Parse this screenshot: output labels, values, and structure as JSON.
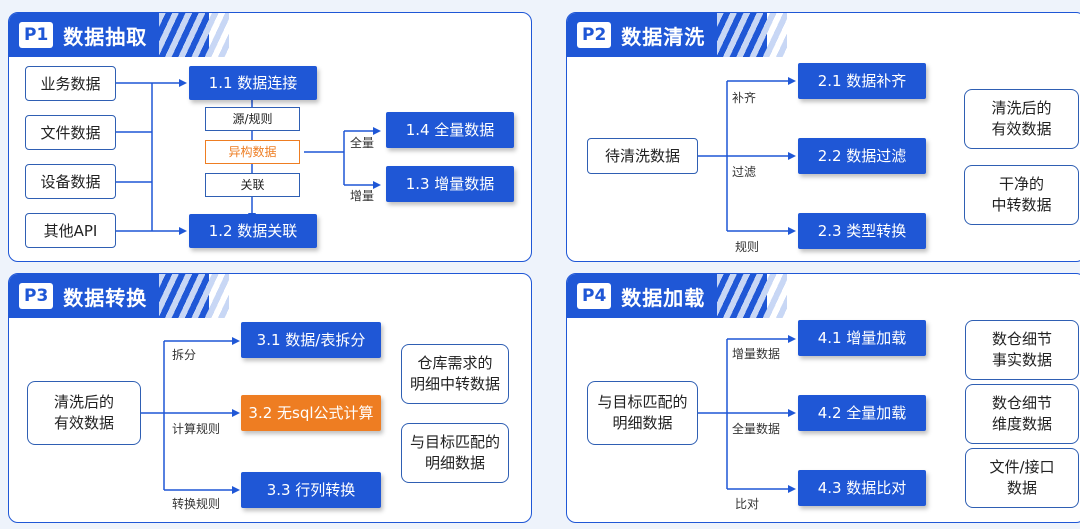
{
  "p1": {
    "badge": "P1",
    "title": "数据抽取",
    "sources": [
      "业务数据",
      "文件数据",
      "设备数据",
      "其他API"
    ],
    "s11": "1.1 数据连接",
    "mid": [
      "源/规则",
      "异构数据",
      "关联"
    ],
    "s12": "1.2  数据关联",
    "s14": "1.4  全量数据",
    "s13": "1.3  增量数据",
    "lbl_full": "全量",
    "lbl_inc": "增量"
  },
  "p2": {
    "badge": "P2",
    "title": "数据清洗",
    "src": "待清洗数据",
    "s21": "2.1  数据补齐",
    "s22": "2.2  数据过滤",
    "s23": "2.3 类型转换",
    "lbl1": "补齐",
    "lbl2": "过滤",
    "lbl3": "规则",
    "r1a": "清洗后的",
    "r1b": "有效数据",
    "r2a": "干净的",
    "r2b": "中转数据"
  },
  "p3": {
    "badge": "P3",
    "title": "数据转换",
    "srcA": "清洗后的",
    "srcB": "有效数据",
    "s31": "3.1  数据/表拆分",
    "s32": "3.2  无sql公式计算",
    "s33": "3.3 行列转换",
    "lbl1": "拆分",
    "lbl2": "计算规则",
    "lbl3": "转换规则",
    "r1a": "仓库需求的",
    "r1b": "明细中转数据",
    "r2a": "与目标匹配的",
    "r2b": "明细数据"
  },
  "p4": {
    "badge": "P4",
    "title": "数据加载",
    "srcA": "与目标匹配的",
    "srcB": "明细数据",
    "s41": "4.1  增量加载",
    "s42": "4.2 全量加载",
    "s43": "4.3 数据比对",
    "lbl1": "增量数据",
    "lbl2": "全量数据",
    "lbl3": "比对",
    "r1a": "数仓细节",
    "r1b": "事实数据",
    "r2a": "数仓细节",
    "r2b": "维度数据",
    "r3a": "文件/接口",
    "r3b": "数据"
  },
  "colors": {
    "blue": "#1f57d6",
    "orange": "#ee7d22",
    "border": "#2f5fb3"
  }
}
